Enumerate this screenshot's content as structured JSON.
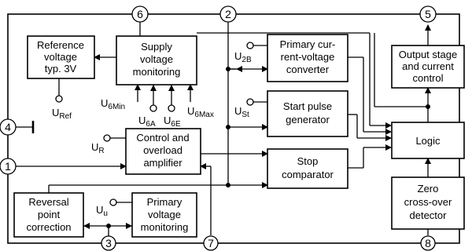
{
  "pins": [
    "1",
    "2",
    "3",
    "4",
    "5",
    "6",
    "7",
    "8"
  ],
  "blocks": {
    "reference_voltage": [
      "Reference",
      "voltage",
      "typ. 3V"
    ],
    "supply_voltage_monitoring": [
      "Supply",
      "voltage",
      "monitoring"
    ],
    "primary_current_voltage_converter": [
      "Primary cur-",
      "rent-voltage",
      "converter"
    ],
    "output_stage": [
      "Output stage",
      "and current",
      "control"
    ],
    "start_pulse_generator": [
      "Start pulse",
      "generator"
    ],
    "control_overload_amplifier": [
      "Control and",
      "overload",
      "amplifier"
    ],
    "logic": [
      "Logic"
    ],
    "stop_comparator": [
      "Stop",
      "comparator"
    ],
    "reversal_point_correction": [
      "Reversal",
      "point",
      "correction"
    ],
    "primary_voltage_monitoring": [
      "Primary",
      "voltage",
      "monitoring"
    ],
    "zero_crossover_detector": [
      "Zero",
      "cross-over",
      "detector"
    ]
  },
  "symbols": {
    "u2b": {
      "main": "U",
      "sub": "2B"
    },
    "uref": {
      "main": "U",
      "sub": "Ref"
    },
    "u6min": {
      "main": "U",
      "sub": "6Min"
    },
    "u6a": {
      "main": "U",
      "sub": "6A"
    },
    "u6e": {
      "main": "U",
      "sub": "6E"
    },
    "u6max": {
      "main": "U",
      "sub": "6Max"
    },
    "ust": {
      "main": "U",
      "sub": "St"
    },
    "ur": {
      "main": "U",
      "sub": "R"
    },
    "uu": {
      "main": "U",
      "sub": "u"
    }
  }
}
